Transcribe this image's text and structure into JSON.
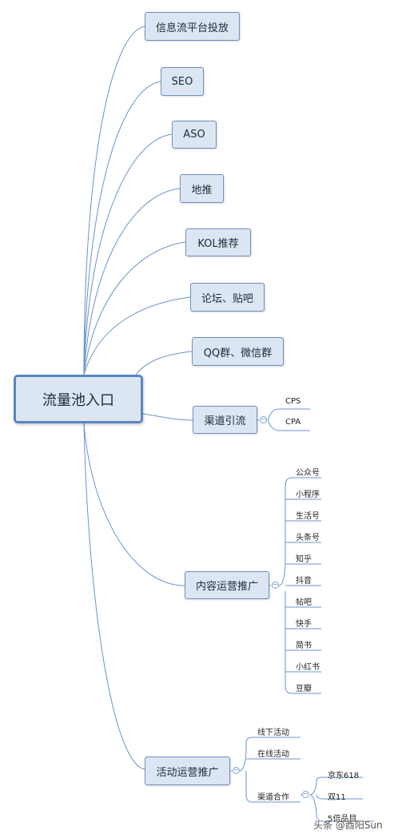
{
  "root": "流量池入口",
  "branches": {
    "b1": "信息流平台投放",
    "b2": "SEO",
    "b3": "ASO",
    "b4": "地推",
    "b5": "KOL推荐",
    "b6": "论坛、贴吧",
    "b7": "QQ群、微信群",
    "b8": "渠道引流",
    "b9": "内容运营推广",
    "b10": "活动运营推广"
  },
  "channel": {
    "cps": "CPS",
    "cpa": "CPA"
  },
  "content": {
    "c1": "公众号",
    "c2": "小程序",
    "c3": "生活号",
    "c4": "头条号",
    "c5": "知乎",
    "c6": "抖音",
    "c7": "帖吧",
    "c8": "快手",
    "c9": "简书",
    "c10": "小红书",
    "c11": "豆瓣"
  },
  "activity": {
    "a1": "线下活动",
    "a2": "在线活动",
    "a3": "渠道合作",
    "sub": {
      "s1": "京东618",
      "s2": "双11",
      "s3": "5倍品目"
    }
  },
  "toggle_symbol": "−",
  "watermark": "头条 @酉阳Sun",
  "colors": {
    "node_fill": "#dce6f2",
    "node_border": "#6f8fbd",
    "line": "#6b93c9"
  }
}
